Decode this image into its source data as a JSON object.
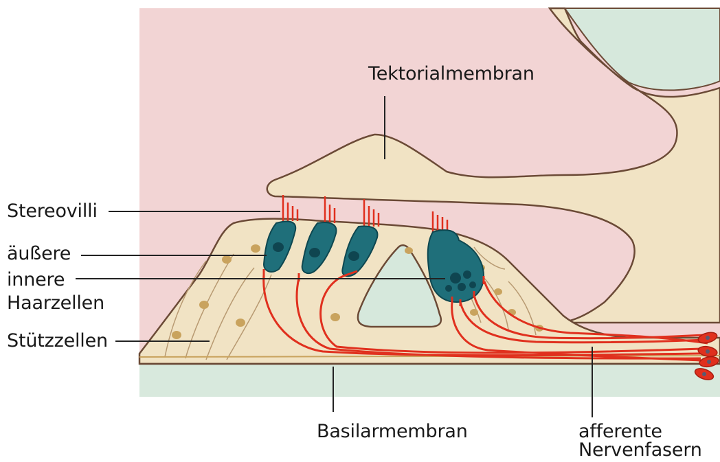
{
  "labels": {
    "tektorialmembran": "Tektorialmembran",
    "stereovilli": "Stereovilli",
    "aeussere": "äußere",
    "innere": "innere",
    "haarzellen": "Haarzellen",
    "stuetzzellen": "Stützzellen",
    "basilarmembran": "Basilarmembran",
    "afferente": "afferente",
    "nervenfasern": "Nervenfasern"
  },
  "colors": {
    "endolymph": "#f2d4d4",
    "tissue": "#f1e3c4",
    "perilymph": "#d6e8dc",
    "hair_cell": "#1f6f7a",
    "nerve": "#e0301e",
    "outline": "#5a3e2b",
    "leader": "#222222"
  }
}
